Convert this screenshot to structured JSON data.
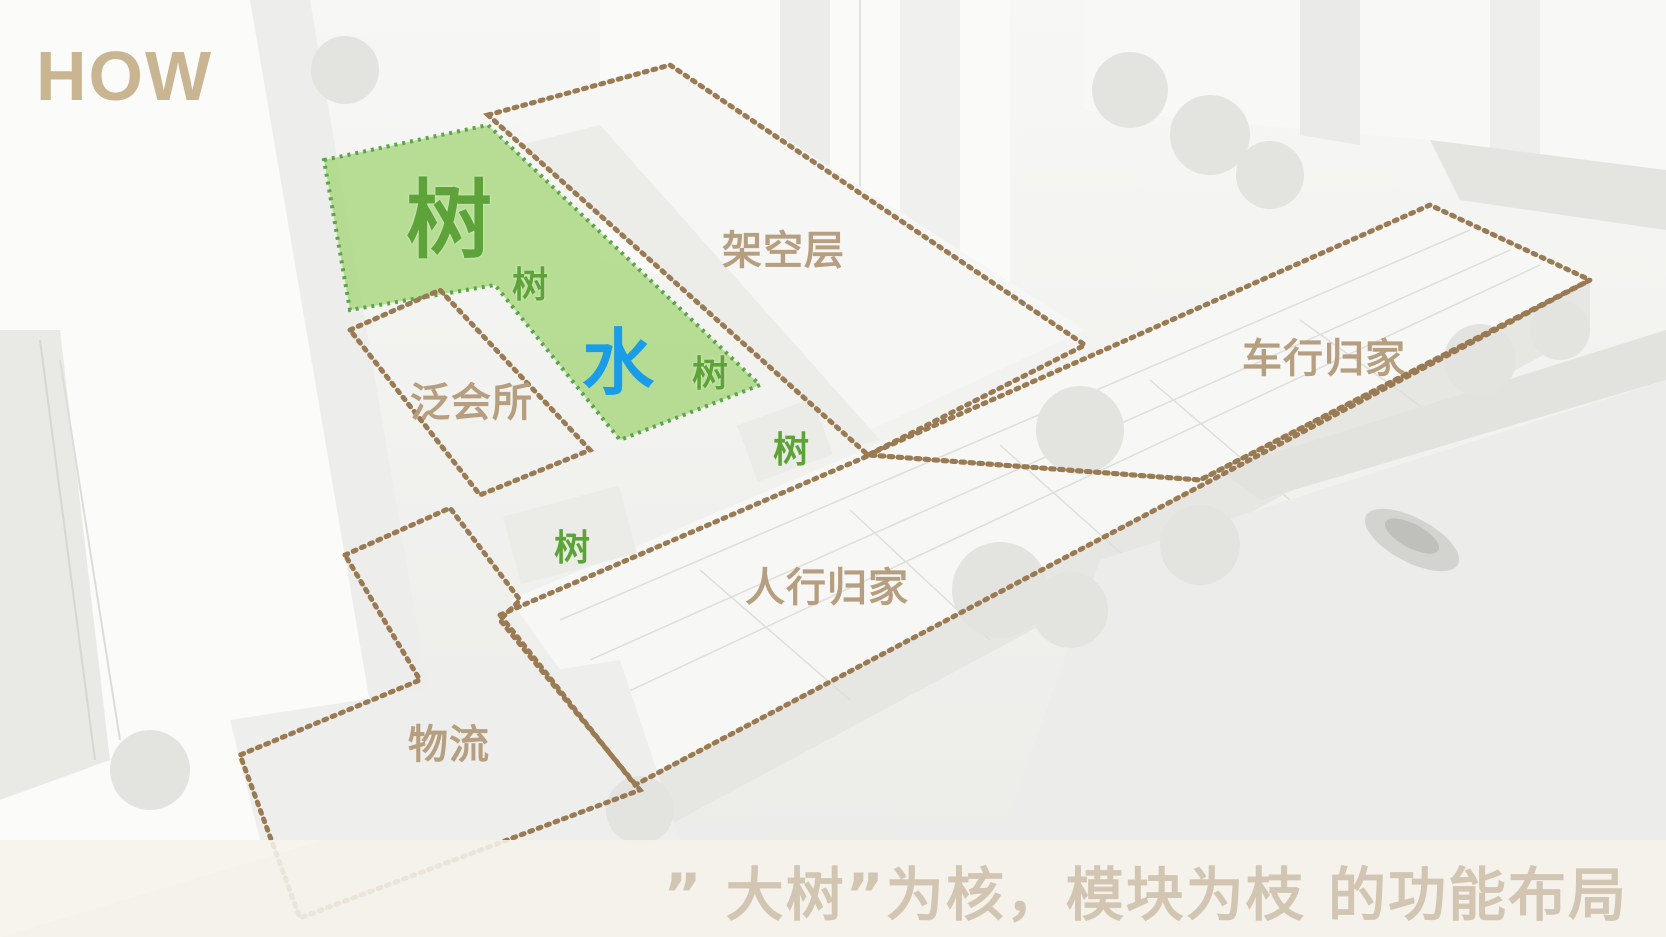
{
  "heading": "HOW",
  "zones": {
    "stilt_floor": "架空层",
    "club": "泛会所",
    "drive_home": "车行归家",
    "walk_home": "人行归家",
    "logistics": "物流"
  },
  "elements": {
    "tree": "树",
    "water": "水"
  },
  "caption": "” 大树”为核，模块为枝 的功能布局",
  "colors": {
    "zone_text": "#b59f80",
    "outline": "#9a7a52",
    "garden_fill": "#a5d67a",
    "tree_text": "#5ea33a",
    "water_text": "#1a9ce8",
    "heading": "#c9b592"
  }
}
